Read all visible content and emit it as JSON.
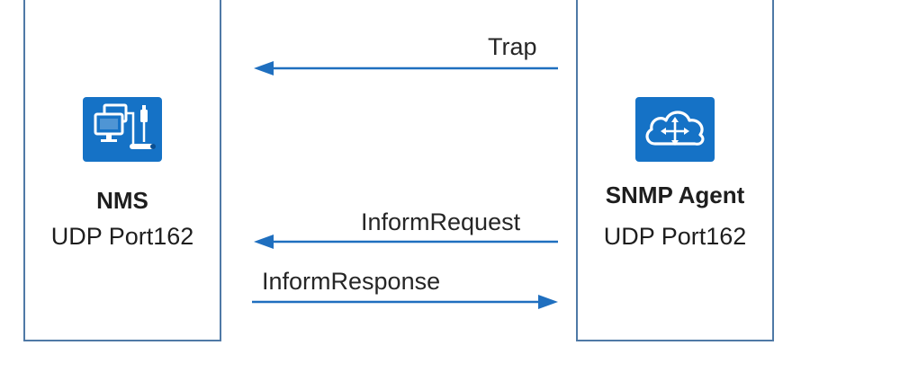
{
  "diagram": {
    "left_entity": {
      "name": "NMS",
      "port": "UDP Port162",
      "icon": "nms-computer-icon"
    },
    "right_entity": {
      "name": "SNMP Agent",
      "port": "UDP Port162",
      "icon": "cloud-router-icon"
    },
    "messages": [
      {
        "label": "Trap",
        "direction": "agent-to-nms"
      },
      {
        "label": "InformRequest",
        "direction": "agent-to-nms"
      },
      {
        "label": "InformResponse",
        "direction": "nms-to-agent"
      }
    ],
    "colors": {
      "panel_border": "#4f79a6",
      "icon_tile": "#1572c6",
      "arrow": "#1f6fbf",
      "text": "#1e1e1e"
    }
  }
}
